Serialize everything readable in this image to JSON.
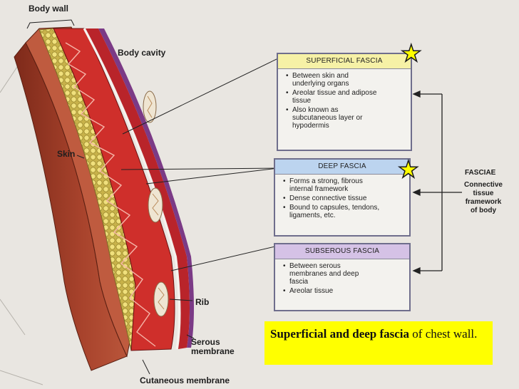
{
  "labels": {
    "body_wall": "Body wall",
    "body_cavity": "Body cavity",
    "skin": "Skin",
    "rib": "Rib",
    "serous_membrane": "Serous\nmembrane",
    "cutaneous_membrane": "Cutaneous membrane"
  },
  "panels": {
    "superficial": {
      "title": "SUPERFICIAL FASCIA",
      "items": [
        "Between skin and underlying organs",
        "Areolar tissue and adipose tissue",
        "Also known as subcutaneous layer or hypodermis"
      ]
    },
    "deep": {
      "title": "DEEP FASCIA",
      "items": [
        "Forms a strong, fibrous internal framework",
        "Dense connective tissue",
        "Bound to capsules, tendons, ligaments, etc."
      ]
    },
    "subserous": {
      "title": "SUBSEROUS FASCIA",
      "items": [
        "Between serous membranes and deep fascia",
        "Areolar tissue"
      ]
    }
  },
  "fasciae": {
    "title": "FASCIAE",
    "desc": "Connective\ntissue\nframework\nof body"
  },
  "stars": {
    "glyph": "★"
  },
  "caption": {
    "bold": "Superficial and deep fascia",
    "rest": " of chest wall."
  },
  "colors": {
    "skin": "#a8432c",
    "fat": "#e0cf6a",
    "muscle": "#cf2f2b",
    "superficial_head": "#f6f1a6",
    "deep_head": "#bcd4ef",
    "subserous_head": "#d5c2e6",
    "caption_bg": "#ffff00"
  }
}
